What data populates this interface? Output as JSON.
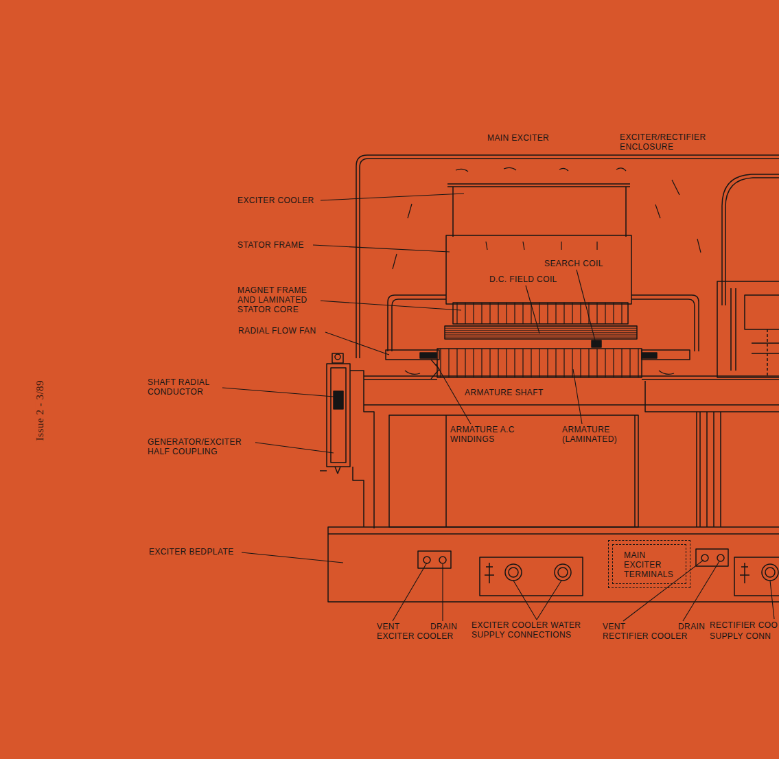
{
  "diagram": {
    "nodes": [
      {
        "text": [
          "MAIN EXCITER TERMINALS"
        ]
      }
    ],
    "labels": [
      "Issue 2 - 3/89",
      "MAIN EXCITER",
      "EXCITER/RECTIFIER ENCLOSURE",
      "EXCITER COOLER",
      "STATOR FRAME",
      "SEARCH COIL",
      "D.C. FIELD COIL",
      "MAGNET FRAME AND LAMINATED STATOR CORE",
      "RADIAL FLOW FAN",
      "SHAFT RADIAL CONDUCTOR",
      "ARMATURE SHAFT",
      "GENERATOR/EXCITER HALF COUPLING",
      "ARMATURE A.C WINDINGS",
      "ARMATURE (LAMINATED)",
      "EXCITER BEDPLATE",
      "VENT",
      "DRAIN",
      "EXCITER COOLER",
      "EXCITER COOLER WATER SUPPLY CONNECTIONS",
      "VENT",
      "DRAIN",
      "RECTIFIER COOLER",
      "RECTIFIER COO",
      "SUPPLY CONN"
    ]
  }
}
